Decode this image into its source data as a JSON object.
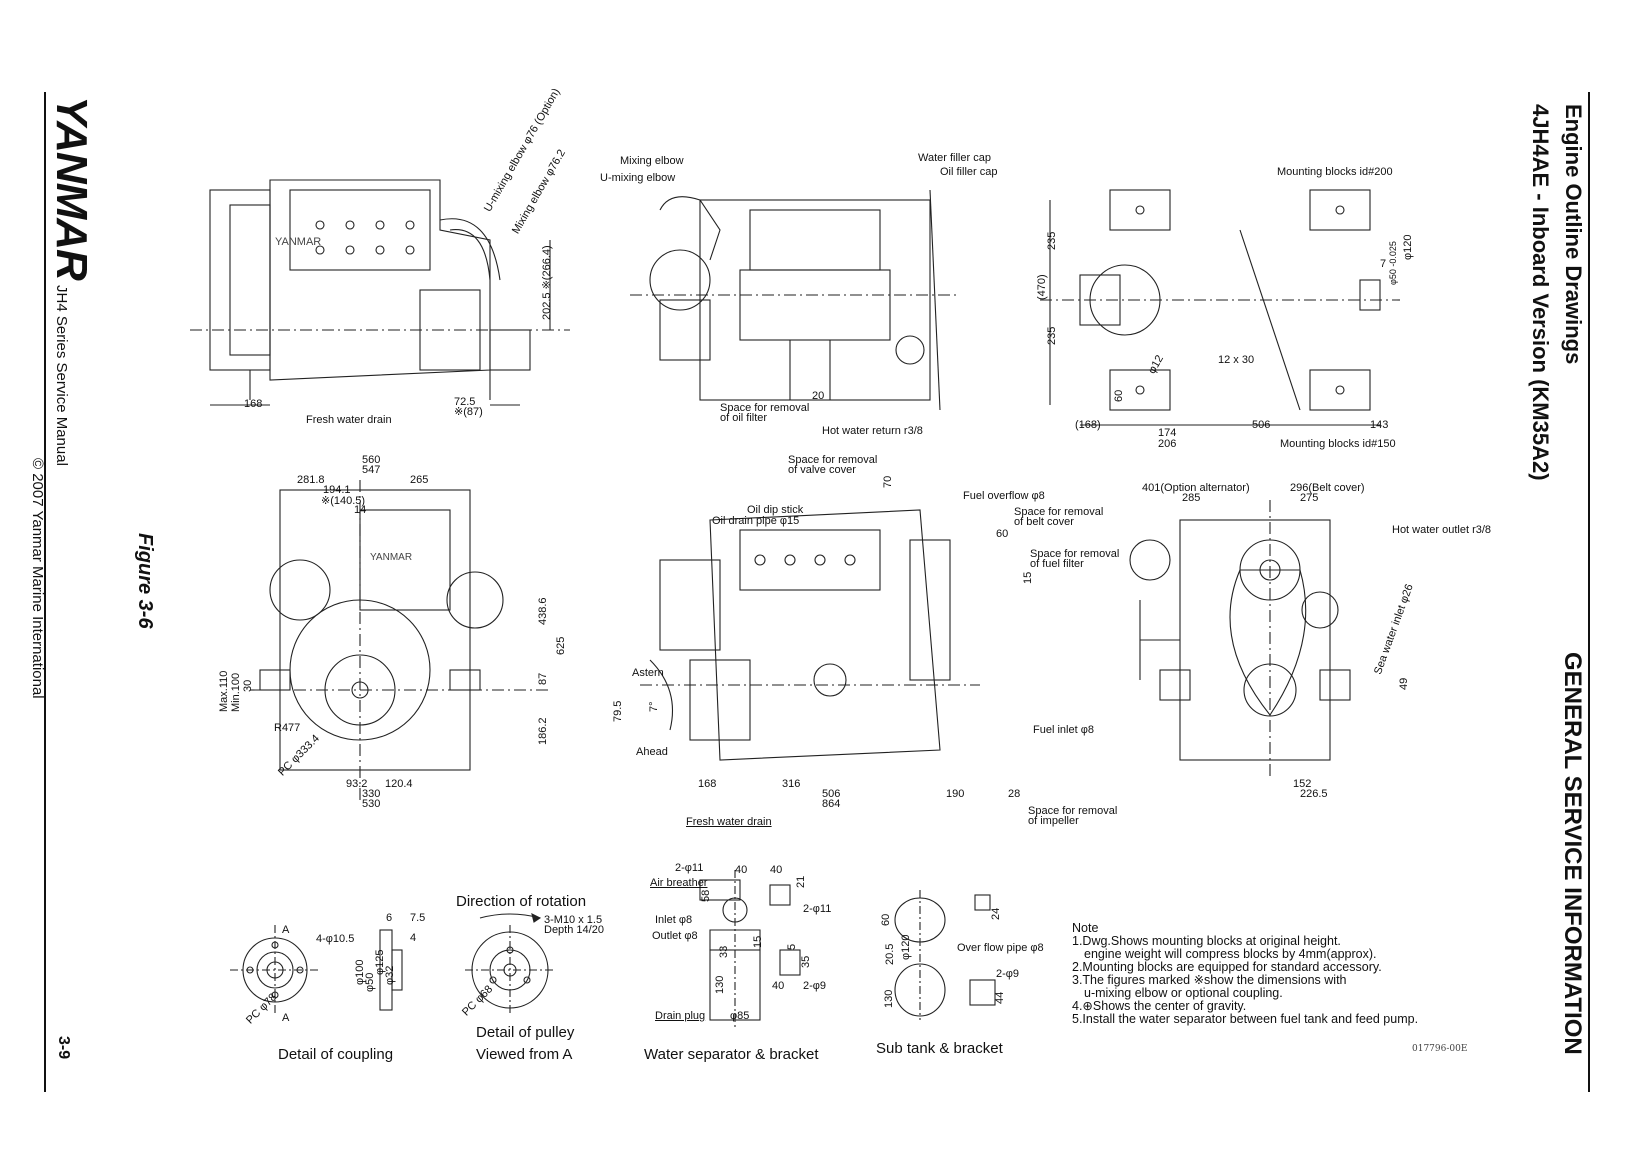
{
  "brand": "YANMAR",
  "manual_title": "JH4 Series Service Manual",
  "copyright": "© 2007 Yanmar Marine International",
  "page_number": "3-9",
  "section_title": "GENERAL SERVICE INFORMATION",
  "subsection_title": "Engine Outline Drawings",
  "model_title": "4JH4AE - Inboard Version (KM35A2)",
  "figure_label": "Figure 3-6",
  "drawing_code": "017796-00E",
  "views": {
    "side_top": {
      "labels": [
        "U-mixing elbow φ76 (Option)",
        "Mixing elbow φ76.2",
        "202.5 ※(266.4)",
        "168",
        "72.5 ※(87)",
        "Fresh water drain"
      ]
    },
    "top_view": {
      "labels": [
        "Mixing elbow",
        "U-mixing elbow",
        "Water filler cap",
        "Oil filler cap",
        "Space for removal of oil filter",
        "20",
        "Hot water return r3/8"
      ]
    },
    "mount_view": {
      "labels": [
        "Mounting blocks id#200",
        "235",
        "(470)",
        "235",
        "φ50 -0.025",
        "φ120",
        "7",
        "φ12",
        "12 x 30",
        "60",
        "(168)",
        "174",
        "206",
        "506",
        "143",
        "Mounting blocks id#150"
      ]
    },
    "front_view": {
      "labels": [
        "560",
        "547",
        "281.8",
        "265",
        "194.1",
        "※(140.5)",
        "14",
        "438.6",
        "625",
        "87",
        "186.2",
        "Max.110",
        "Min.100",
        "30",
        "R477",
        "PC φ333.4",
        "93.2",
        "120.4",
        "330",
        "530"
      ]
    },
    "side_view": {
      "labels": [
        "Space for removal of valve cover",
        "70",
        "Oil dip stick",
        "Oil drain pipe φ15",
        "Fuel overflow φ8",
        "Space for removal of belt cover",
        "60",
        "Space for removal of fuel filter",
        "15",
        "Astern",
        "7°",
        "79.5",
        "Ahead",
        "Fuel inlet φ8",
        "168",
        "316",
        "506",
        "864",
        "190",
        "28",
        "Space for removal of impeller",
        "Fresh water drain"
      ]
    },
    "rear_view": {
      "labels": [
        "401(Option alternator)",
        "285",
        "296(Belt cover)",
        "275",
        "Hot water outlet r3/8",
        "Sea water inlet φ26",
        "49",
        "152",
        "226.5"
      ]
    }
  },
  "details": {
    "coupling": {
      "caption": "Detail of coupling",
      "labels": [
        "A",
        "A",
        "4-φ10.5",
        "6",
        "7.5",
        "4",
        "φ100",
        "φ50",
        "φ125",
        "φ32",
        "PC φ78"
      ]
    },
    "pulley": {
      "caption_heading": "Direction of rotation",
      "caption_line1": "Detail of pulley",
      "caption_line2": "Viewed from A",
      "labels": [
        "3-M10 x 1.5",
        "Depth 14/20",
        "PC φ68"
      ]
    },
    "water_separator": {
      "caption": "Water separator & bracket",
      "labels": [
        "2-φ11",
        "40",
        "40",
        "21",
        "Air breather",
        "58",
        "2-φ11",
        "Inlet φ8",
        "Outlet φ8",
        "15",
        "5",
        "33",
        "35",
        "130",
        "40",
        "2-φ9",
        "Drain plug",
        "φ85"
      ]
    },
    "sub_tank": {
      "caption": "Sub tank & bracket",
      "labels": [
        "60",
        "24",
        "20.5",
        "φ120",
        "Over flow pipe φ8",
        "2-φ9",
        "130",
        "44"
      ]
    }
  },
  "notes": {
    "heading": "Note",
    "items": [
      "1.Dwg.Shows mounting blocks at original height.",
      "engine weight will compress blocks by 4mm(approx).",
      "2.Mounting blocks are equipped for standard accessory.",
      "3.The figures marked ※show the dimensions with",
      "u-mixing elbow or optional coupling.",
      "4.⊕Shows the center of gravity.",
      "5.Install the water separator between fuel tank and feed pump."
    ]
  }
}
